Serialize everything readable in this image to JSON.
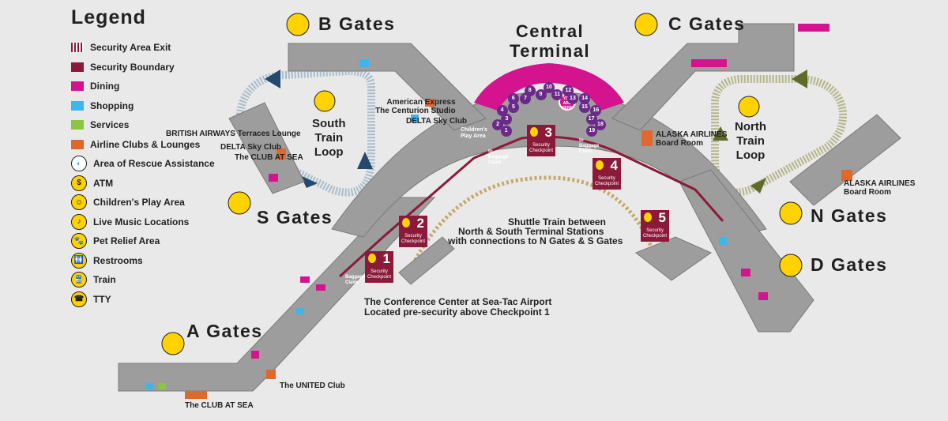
{
  "legend": {
    "title": "Legend",
    "items": [
      {
        "label": "Security Area Exit",
        "kind": "swatch-stripe",
        "color": "#8b1a3a"
      },
      {
        "label": "Security Boundary",
        "kind": "swatch",
        "color": "#8b1a3a"
      },
      {
        "label": "Dining",
        "kind": "swatch",
        "color": "#d4148f"
      },
      {
        "label": "Shopping",
        "kind": "swatch",
        "color": "#3fb6ea"
      },
      {
        "label": "Services",
        "kind": "swatch",
        "color": "#8cc63e"
      },
      {
        "label": "Airline Clubs & Lounges",
        "kind": "swatch",
        "color": "#e0682b"
      },
      {
        "label": "Area of Rescue Assistance",
        "kind": "icon",
        "icon": "rescue-assistance-icon"
      },
      {
        "label": "ATM",
        "kind": "icon",
        "icon": "atm-icon",
        "glyph": "$"
      },
      {
        "label": "Children's Play Area",
        "kind": "icon",
        "icon": "play-area-icon",
        "glyph": "☺"
      },
      {
        "label": "Live Music Locations",
        "kind": "icon",
        "icon": "music-icon",
        "glyph": "♪"
      },
      {
        "label": "Pet Relief Area",
        "kind": "icon",
        "icon": "pet-relief-icon",
        "glyph": "🐾"
      },
      {
        "label": "Restrooms",
        "kind": "icon",
        "icon": "restroom-icon",
        "glyph": "🚻"
      },
      {
        "label": "Train",
        "kind": "icon",
        "icon": "train-icon",
        "glyph": "🚆"
      },
      {
        "label": "TTY",
        "kind": "icon",
        "icon": "tty-icon",
        "glyph": "☎"
      }
    ]
  },
  "gates": {
    "a": "A Gates",
    "b": "B Gates",
    "c": "C Gates",
    "d": "D Gates",
    "n": "N Gates",
    "s": "S Gates"
  },
  "central_terminal": "Central\nTerminal",
  "south_loop": "South\nTrain\nLoop",
  "north_loop": "North\nTrain\nLoop",
  "shuttle": {
    "line1": "Shuttle Train between",
    "line2": "North & South Terminal Stations",
    "line3_prefix": "with connections to ",
    "line3_bold": "N Gates & S Gates"
  },
  "conference": {
    "line1": "The Conference Center at Sea-Tac Airport",
    "line2": "Located pre-security above Checkpoint 1"
  },
  "lounges": {
    "amex": "American Express\nThe Centurion Studio",
    "delta_b": "DELTA Sky Club",
    "british": "BRITISH AIRWAYS Terraces Lounge",
    "delta_s": "DELTA Sky Club",
    "club_s": "The CLUB AT SEA",
    "alaska_c": "ALASKA AIRLINES\nBoard Room",
    "alaska_n": "ALASKA AIRLINES\nBoard Room",
    "united": "The UNITED Club",
    "club_a": "The CLUB AT SEA"
  },
  "childrens_play": "Children's\nPlay Area",
  "checkpoints": [
    {
      "num": "1",
      "caption": "Security\nCheckpoint"
    },
    {
      "num": "2",
      "caption": "Security\nCheckpoint"
    },
    {
      "num": "3",
      "caption": "Security\nCheckpoint"
    },
    {
      "num": "4",
      "caption": "Security\nCheckpoint"
    },
    {
      "num": "5",
      "caption": "Security\nCheckpoint"
    }
  ],
  "baggage": {
    "b1": "Baggage\nClaim",
    "b2": "to\nBaggage\nClaim",
    "b3": "to\nBaggage\nClaim"
  },
  "you_are_here": "YOU\nARE\nHERE",
  "dining_numbers": [
    "1",
    "2",
    "3",
    "4",
    "5",
    "6",
    "7",
    "8",
    "9",
    "10",
    "11",
    "12",
    "13",
    "14",
    "15",
    "16",
    "17",
    "18",
    "19"
  ],
  "colors": {
    "concourse": "#9d9d9d",
    "security": "#8b1a3a",
    "dining": "#d4148f",
    "shopping": "#3fb6ea",
    "services": "#8cc63e",
    "clubs": "#e0682b",
    "loop_south": "#a9bccb",
    "loop_north": "#b4b48a",
    "shuttle": "#c7a86a",
    "amenity": "#ffd200",
    "arrow": "#234a6e",
    "arrow_north": "#5f6b2a"
  }
}
